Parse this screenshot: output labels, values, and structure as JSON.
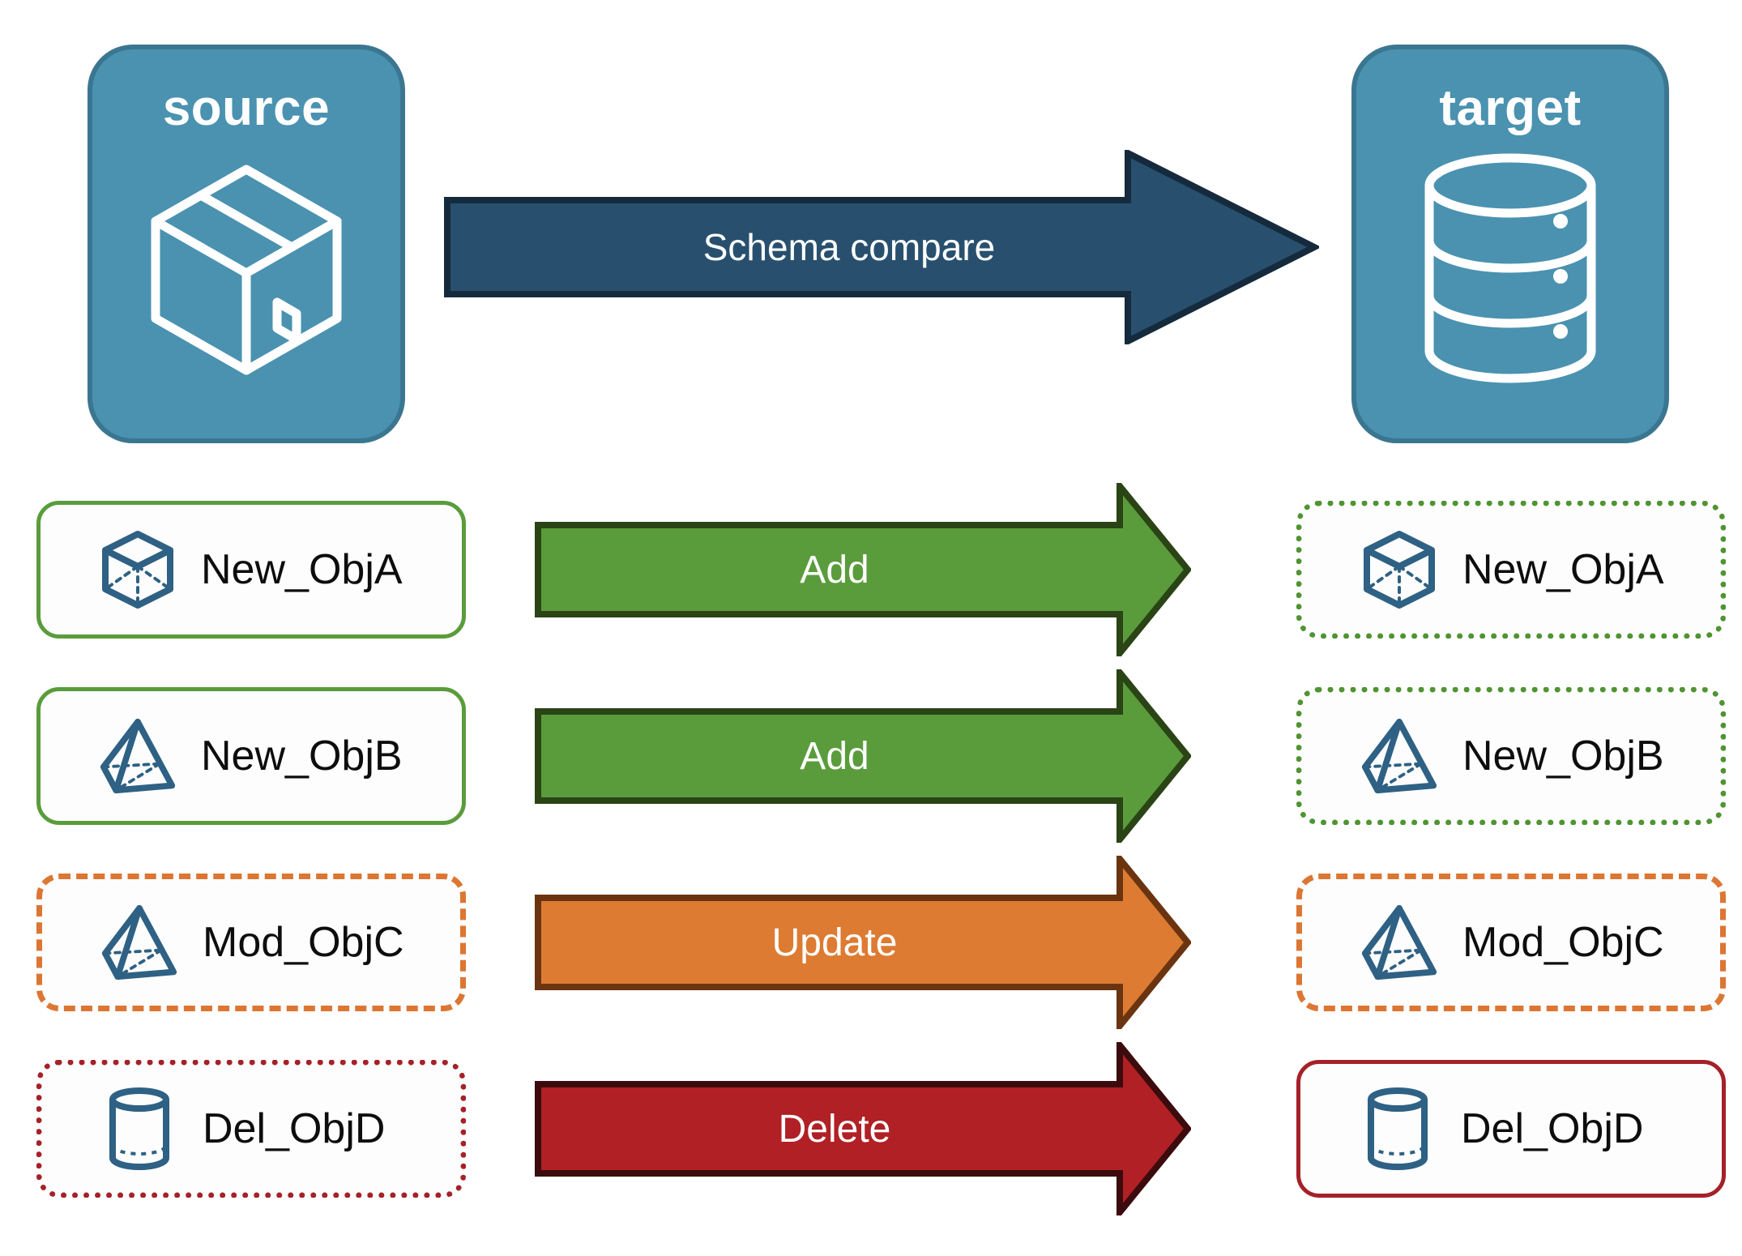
{
  "diagram": {
    "title": "Schema compare between source and target",
    "endpoints": {
      "source": {
        "label": "source",
        "icon": "package-box-icon",
        "fill": "#4A92B0",
        "stroke": "#3B7691"
      },
      "target": {
        "label": "target",
        "icon": "database-cylinder-icon",
        "fill": "#4A92B0",
        "stroke": "#3B7691"
      }
    },
    "main_arrow": {
      "label": "Schema compare",
      "fill": "#28506E",
      "stroke": "#152B3D",
      "text_color": "#FFFFFF",
      "direction": "right"
    },
    "rows": [
      {
        "action": "Add",
        "arrow_fill": "#5A9C3C",
        "arrow_stroke": "#2A4415",
        "source": {
          "label": "New_ObjA",
          "icon": "wireframe-cube-icon",
          "border_style": "solid",
          "border_color": "#5A9C3C"
        },
        "target": {
          "label": "New_ObjA",
          "icon": "wireframe-cube-icon",
          "border_style": "dotted",
          "border_color": "#4F9431"
        }
      },
      {
        "action": "Add",
        "arrow_fill": "#5A9C3C",
        "arrow_stroke": "#2A4415",
        "source": {
          "label": "New_ObjB",
          "icon": "wireframe-pyramid-icon",
          "border_style": "solid",
          "border_color": "#5A9C3C"
        },
        "target": {
          "label": "New_ObjB",
          "icon": "wireframe-pyramid-icon",
          "border_style": "dotted",
          "border_color": "#4F9431"
        }
      },
      {
        "action": "Update",
        "arrow_fill": "#DD7B33",
        "arrow_stroke": "#6B3410",
        "source": {
          "label": "Mod_ObjC",
          "icon": "wireframe-pyramid-icon",
          "border_style": "dashed",
          "border_color": "#DC7633"
        },
        "target": {
          "label": "Mod_ObjC",
          "icon": "wireframe-pyramid-icon",
          "border_style": "dashed",
          "border_color": "#DC7633"
        }
      },
      {
        "action": "Delete",
        "arrow_fill": "#B02025",
        "arrow_stroke": "#3B0B0D",
        "source": {
          "label": "Del_ObjD",
          "icon": "wireframe-cylinder-icon",
          "border_style": "dotted",
          "border_color": "#A52128"
        },
        "target": {
          "label": "Del_ObjD",
          "icon": "wireframe-cylinder-icon",
          "border_style": "solid",
          "border_color": "#A52128"
        }
      }
    ],
    "palette": {
      "panel_blue": "#4A92B0",
      "panel_blue_dark": "#3B7691",
      "arrow_navy": "#28506E",
      "green": "#5A9C3C",
      "orange": "#DD7B33",
      "red": "#B02025",
      "icon_blue": "#2E6184",
      "background": "#FFFFFF"
    }
  }
}
